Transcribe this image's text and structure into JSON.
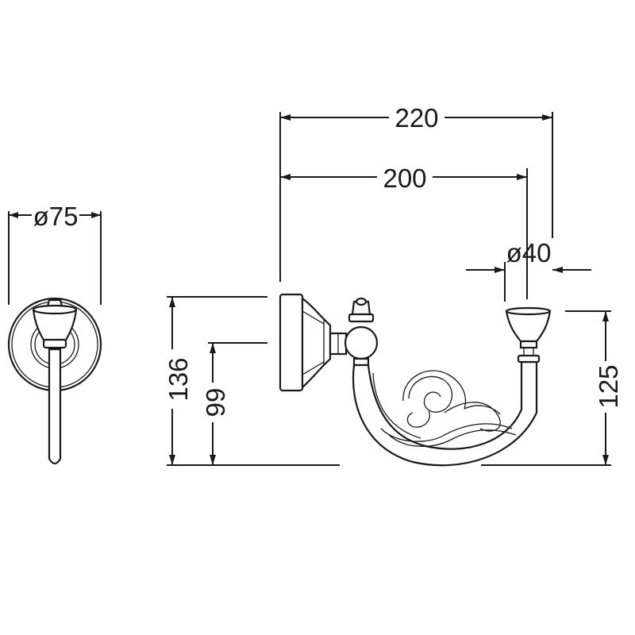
{
  "dimensions": {
    "total_width": "220",
    "arm_width": "200",
    "cup_diameter": "ø40",
    "rosette_diameter": "ø75",
    "total_height": "136",
    "mount_height": "99",
    "cup_height": "125"
  }
}
